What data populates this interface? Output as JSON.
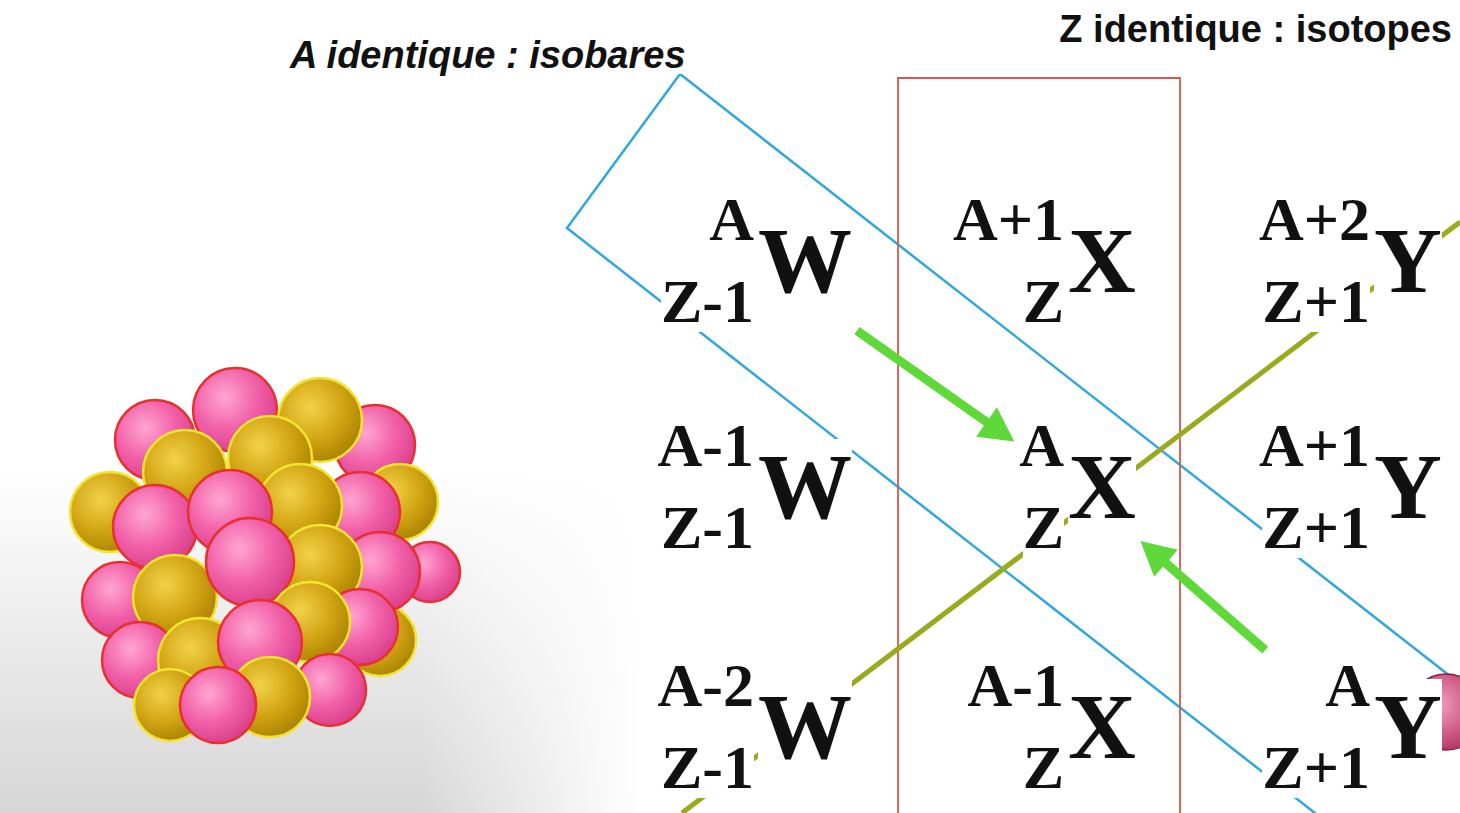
{
  "diagram": {
    "nodes": [
      {
        "text": [
          "A",
          "Z-1",
          "W"
        ]
      },
      {
        "text": [
          "A+1",
          "Z",
          "X"
        ]
      },
      {
        "text": [
          "A+2",
          "Z+1",
          "Y"
        ]
      },
      {
        "text": [
          "A-1",
          "Z-1",
          "W"
        ]
      },
      {
        "text": [
          "A",
          "Z",
          "X"
        ]
      },
      {
        "text": [
          "A+1",
          "Z+1",
          "Y"
        ]
      },
      {
        "text": [
          "A-2",
          "Z-1",
          "W"
        ]
      },
      {
        "text": [
          "A-1",
          "Z",
          "X"
        ]
      },
      {
        "text": [
          "A",
          "Z+1",
          "Y"
        ]
      }
    ],
    "edges": [
      {
        "from": 0,
        "to": 4,
        "arrow": "to"
      },
      {
        "from": 8,
        "to": 4,
        "arrow": "to"
      }
    ],
    "labels": [
      "A identique : isobares",
      "Z identique : isotopes"
    ]
  }
}
